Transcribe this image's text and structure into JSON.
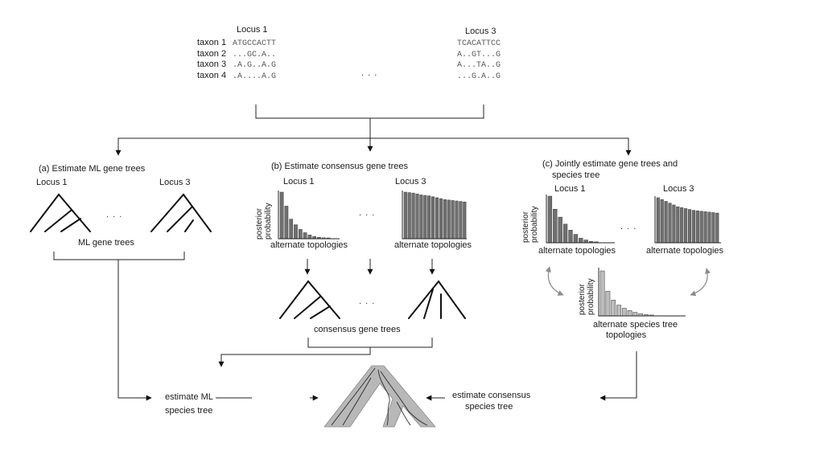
{
  "alignment": {
    "locus1_title": "Locus 1",
    "locus3_title": "Locus 3",
    "taxa": [
      "taxon 1",
      "taxon 2",
      "taxon 3",
      "taxon 4"
    ],
    "locus1_seqs": [
      "ATGCCACTT",
      "...GC.A..",
      ".A.G..A.G",
      ".A....A.G"
    ],
    "locus3_seqs": [
      "TCACATTCC",
      "A..GT...G",
      "A...TA..G",
      "...G.A..G"
    ],
    "ellipsis": ". . ."
  },
  "panel_a": {
    "title": "(a) Estimate ML gene trees",
    "locus1": "Locus 1",
    "locus3": "Locus 3",
    "ellipsis": ". . .",
    "trees_label": "ML gene trees"
  },
  "panel_b": {
    "title": "(b) Estimate consensus gene trees",
    "locus1": "Locus 1",
    "locus3": "Locus 3",
    "ylabel_line1": "posterior",
    "ylabel_line2": "probability",
    "xlabel": "alternate topologies",
    "xlabel_right": "alternate topologies",
    "ellipsis": ". . .",
    "ellipsis2": ". . .",
    "trees_label": "consensus gene trees",
    "hist_locus1": [
      1.0,
      0.7,
      0.42,
      0.3,
      0.2,
      0.13,
      0.08,
      0.05,
      0.03,
      0.02,
      0.015
    ],
    "hist_locus3": [
      1.0,
      0.99,
      0.98,
      0.96,
      0.94,
      0.93,
      0.92,
      0.9,
      0.88,
      0.86,
      0.84,
      0.83,
      0.82,
      0.81,
      0.8,
      0.79
    ]
  },
  "panel_c": {
    "title_line1": "(c) Jointly estimate gene trees and",
    "title_line2": "species tree",
    "locus1": "Locus 1",
    "locus3": "Locus 3",
    "ylabel_line1": "posterior",
    "ylabel_line2": "probability",
    "xlabel_left": "alternate topologies",
    "xlabel_right": "alternate topologies",
    "ellipsis": ". . .",
    "species_ylabel_line1": "posterior",
    "species_ylabel_line2": "probability",
    "species_xlabel_line1": "alternate species tree",
    "species_xlabel_line2": "topologies",
    "hist_locus1": [
      1.0,
      0.72,
      0.55,
      0.4,
      0.27,
      0.18,
      0.1,
      0.06,
      0.03,
      0.02
    ],
    "hist_locus3": [
      1.0,
      0.96,
      0.92,
      0.88,
      0.84,
      0.8,
      0.78,
      0.76,
      0.74,
      0.72,
      0.71,
      0.7,
      0.69,
      0.68,
      0.67,
      0.66
    ],
    "hist_species": [
      1.0,
      0.55,
      0.35,
      0.24,
      0.17,
      0.12,
      0.08,
      0.05,
      0.03,
      0.02
    ],
    "colors": {
      "dark_bar": "#707070",
      "light_bar": "#bdbdbd",
      "curved_arrow": "#8c8c8c"
    }
  },
  "bottom": {
    "ml_label_line1": "estimate ML",
    "ml_label_line2": "species tree",
    "consensus_label_line1": "estimate consensus",
    "consensus_label_line2": "species tree",
    "tree_fill": "#b8b8b8"
  }
}
